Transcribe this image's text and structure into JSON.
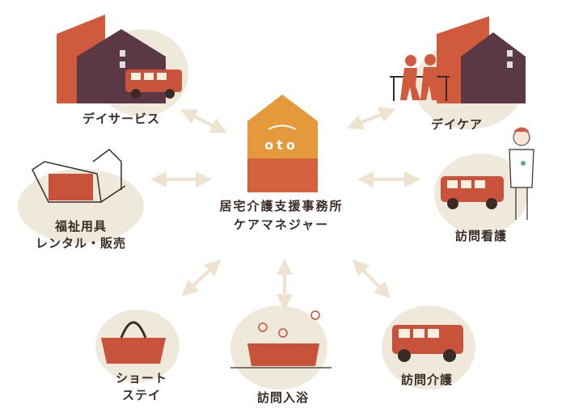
{
  "center": {
    "logo_text": "oto",
    "title_line1": "居宅介護支援事務所",
    "title_line2": "ケアマネジャー"
  },
  "services": {
    "day_service": "デイサービス",
    "day_care": "デイケア",
    "welfare_line1": "福祉用具",
    "welfare_line2": "レンタル・販売",
    "home_nursing": "訪問看護",
    "short_stay_line1": "ショート",
    "short_stay_line2": "ステイ",
    "bathing": "訪問入浴",
    "home_care": "訪問介護"
  },
  "colors": {
    "blob": "#efe9dc",
    "accent_red": "#c8523a",
    "logo_orange": "#e49a3b",
    "house_plum": "#5a3844",
    "arrow": "#efe3cf",
    "text": "#3a2b26"
  }
}
